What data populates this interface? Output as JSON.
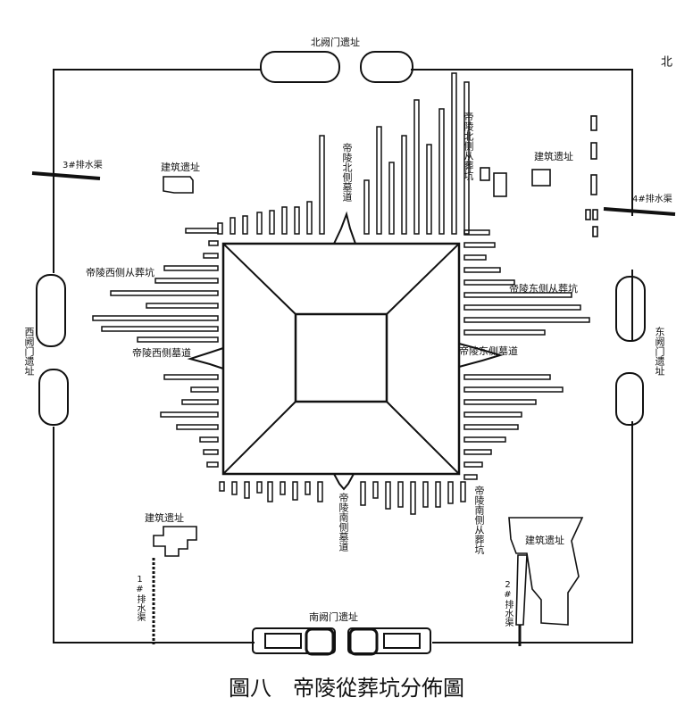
{
  "caption": "圖八　帝陵從葬坑分佈圖",
  "compass": "北",
  "gates": {
    "north": "北阙门遗址",
    "south": "南阙门遗址",
    "west": "西阙门遗址",
    "east": "东阙门遗址"
  },
  "ramps": {
    "north": "帝陵北侧墓道",
    "south": "帝陵南侧墓道",
    "west": "帝陵西侧墓道",
    "east": "帝陵东侧墓道"
  },
  "pits": {
    "north": "帝陵北侧从葬坑",
    "south": "帝陵南侧从葬坑",
    "west": "帝陵西侧从葬坑",
    "east": "帝陵东侧从葬坑"
  },
  "buildings": {
    "northwest": "建筑遗址",
    "northeast": "建筑遗址",
    "southwest": "建筑遗址",
    "southeast": "建筑遗址"
  },
  "drains": {
    "d1": "1#排水渠",
    "d2": "2#排水渠",
    "d3": "3#排水渠",
    "d4": "4#排水渠"
  }
}
